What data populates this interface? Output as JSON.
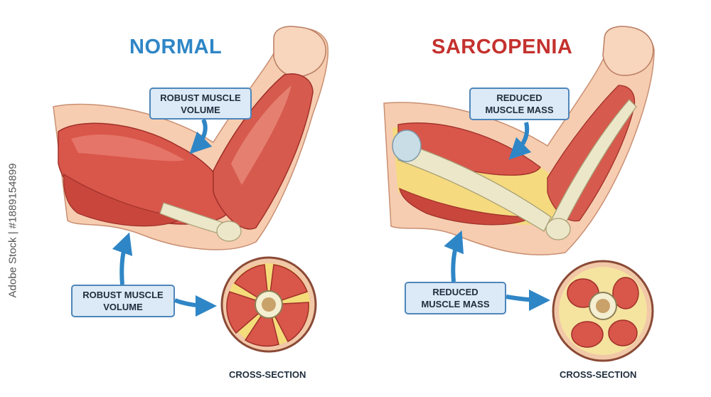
{
  "panels": {
    "normal": {
      "title": "NORMAL",
      "upper_label": [
        "ROBUST MUSCLE",
        "VOLUME"
      ],
      "lower_label": [
        "ROBUST MUSCLE",
        "VOLUME"
      ],
      "caption": "CROSS-SECTION"
    },
    "sarcopenia": {
      "title": "SARCOPENIA",
      "upper_label": [
        "REDUCED",
        "MUSCLE MASS"
      ],
      "lower_label": [
        "REDUCED",
        "MUSCLE MASS"
      ],
      "caption": "CROSS-SECTION"
    }
  },
  "watermark": "Adobe Stock | #1889154899",
  "colors": {
    "normal_title": "#2f86c6",
    "sarcopenia_title": "#c4312e",
    "label_fill": "#dbeaf6",
    "label_border": "#4f86bb",
    "arrow": "#2f86c6",
    "skin": "#f6cdb0",
    "muscle": "#d9564b",
    "bone": "#ece7c9",
    "fat": "#f5dc7a"
  }
}
